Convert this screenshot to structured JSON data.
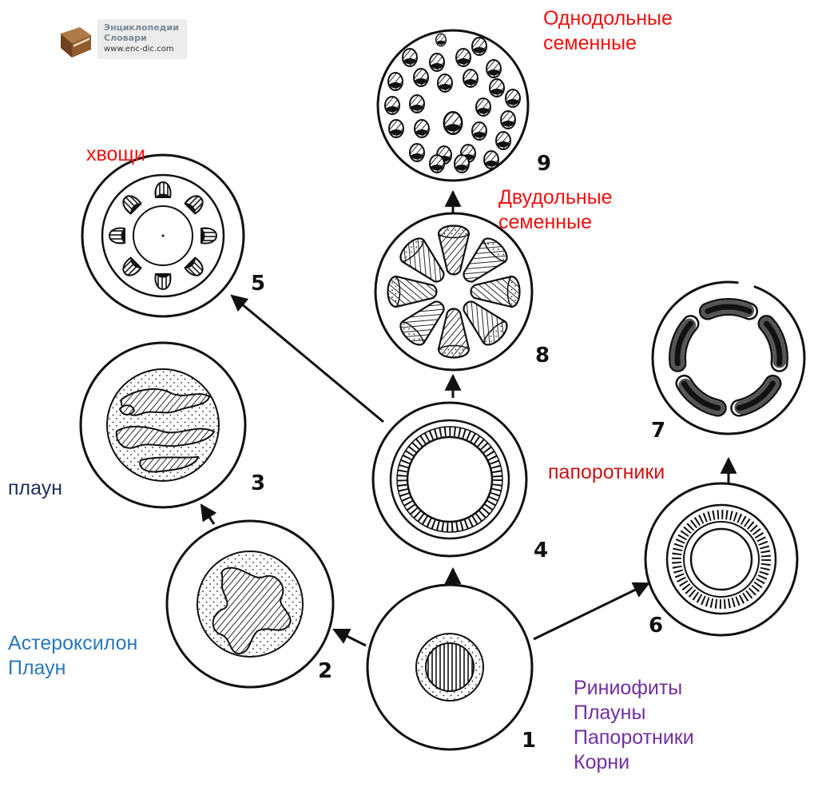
{
  "logo": {
    "line1": "Энциклопедии",
    "line2": "Словари",
    "site": "www.enc-dic.com"
  },
  "labels": {
    "monocots": [
      "Однодольные",
      "семенные"
    ],
    "horsetails": "хвощи",
    "dicots": [
      "Двудольные",
      "семенные"
    ],
    "clubmoss": "плаун",
    "ferns": "папоротники",
    "asteroxylon": [
      "Астероксилон",
      "Плаун"
    ],
    "roots": [
      "Риниофиты",
      "Плауны",
      "Папоротники",
      "Корни"
    ]
  },
  "numbers": [
    "1",
    "2",
    "3",
    "4",
    "5",
    "6",
    "7",
    "8",
    "9"
  ],
  "colors": {
    "red": "#f01010",
    "dark_red": "#cc1212",
    "navy": "#1d2f5e",
    "blue": "#2a78b8",
    "purple": "#7030a0",
    "ink": "#111111"
  }
}
